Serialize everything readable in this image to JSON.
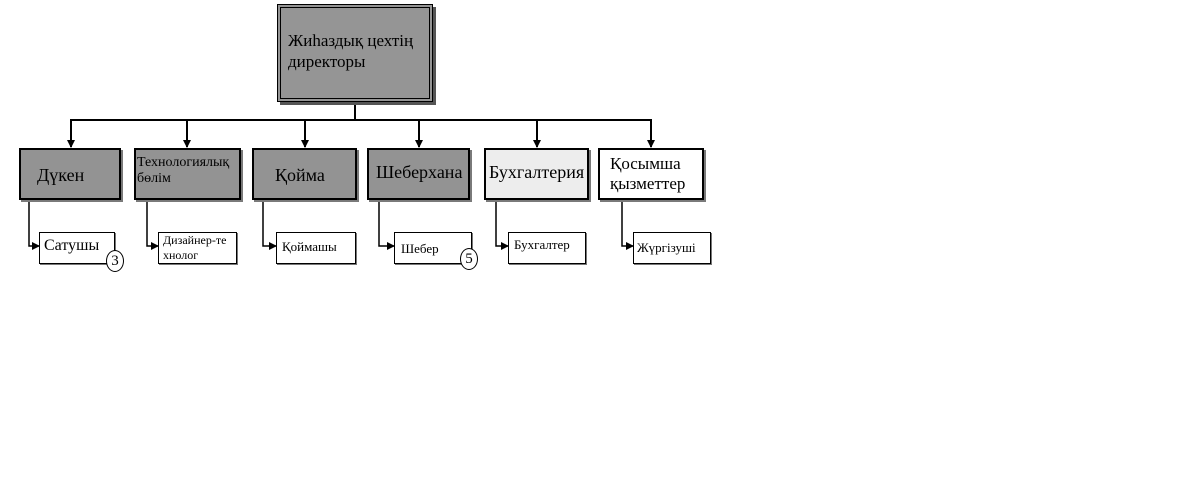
{
  "top": {
    "label": "Жиһаздық цехтің директоры"
  },
  "departments": [
    {
      "label": "Дүкен",
      "child": "Сатушы",
      "badge": "3"
    },
    {
      "label": "Технологиялық бөлім",
      "child": "Дизайнер-технолог",
      "badge": ""
    },
    {
      "label": "Қойма",
      "child": "Қоймашы",
      "badge": ""
    },
    {
      "label": "Шеберхана",
      "child": "Шебер",
      "badge": "5"
    },
    {
      "label": "Бухгалтерия",
      "child": "Бухгалтер",
      "badge": ""
    },
    {
      "label": "Қосымша қызметтер",
      "child": "Жүргізуші",
      "badge": ""
    }
  ],
  "colors": {
    "dark_box": "#939393",
    "light_box": "#ededed",
    "line": "#000000"
  }
}
